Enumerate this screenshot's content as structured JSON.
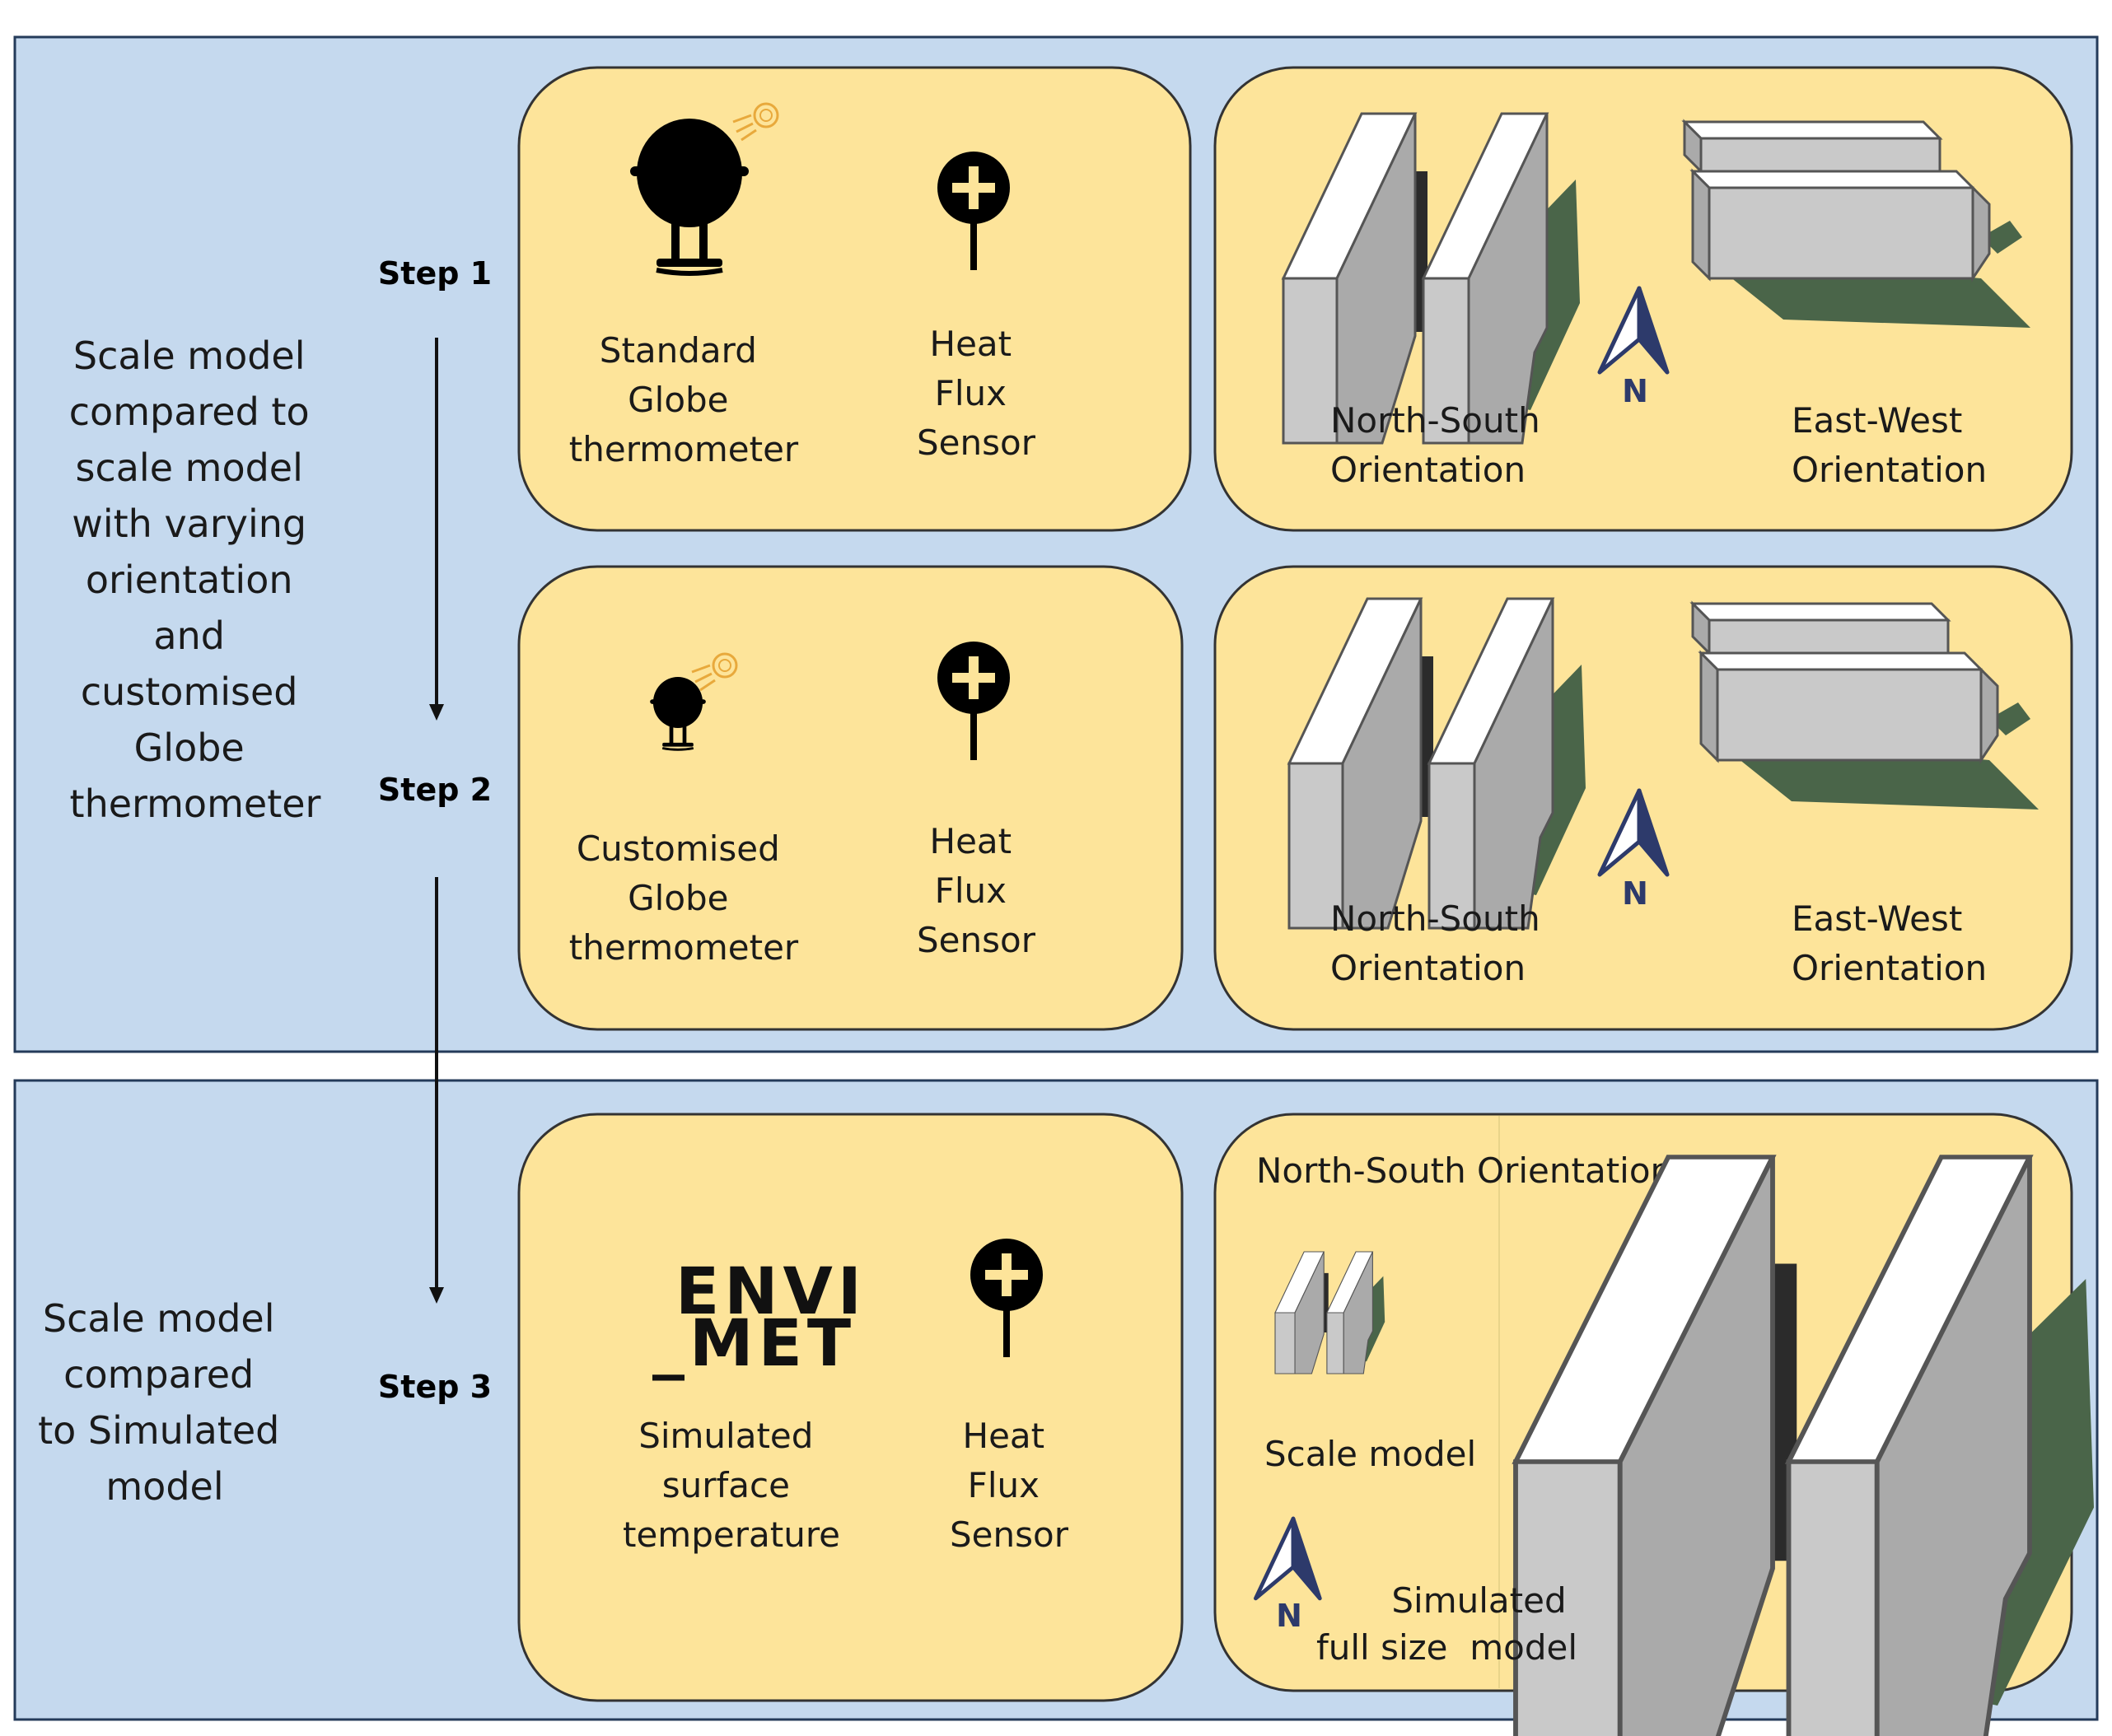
{
  "colors": {
    "outer_panel": "#c5d9ee",
    "inner_box": "#fde49a",
    "building_top": "#ffffff",
    "building_front": "#c9c9c9",
    "building_side": "#aaaaaa",
    "shadow": "#4a6549",
    "gap_dark": "#2b2b2b",
    "north_arrow": "#2d3a6b"
  },
  "sections": {
    "top_description": [
      "Scale model",
      "compared to",
      "scale model",
      "with varying",
      "orientation",
      "and",
      "customised",
      "Globe",
      "thermometer"
    ],
    "bottom_description": [
      "Scale model",
      "compared",
      "to Simulated",
      "model"
    ]
  },
  "steps": [
    "Step 1",
    "Step 2",
    "Step 3"
  ],
  "step1": {
    "instrument_1": [
      "Standard",
      "Globe",
      "thermometer"
    ],
    "instrument_2": [
      "Heat",
      "Flux",
      "Sensor"
    ],
    "orientation_1": [
      "North-South",
      "Orientation"
    ],
    "orientation_2": [
      "East-West",
      "Orientation"
    ],
    "north_label": "N"
  },
  "step2": {
    "instrument_1": [
      "Customised",
      "Globe",
      "thermometer"
    ],
    "instrument_2": [
      "Heat",
      "Flux",
      "Sensor"
    ],
    "orientation_1": [
      "North-South",
      "Orientation"
    ],
    "orientation_2": [
      "East-West",
      "Orientation"
    ],
    "north_label": "N"
  },
  "step3": {
    "logo_line1": "ENVI",
    "logo_line2": "_MET",
    "instrument_1": [
      "Simulated",
      "surface",
      "temperature"
    ],
    "instrument_2": [
      "Heat",
      "Flux",
      "Sensor"
    ],
    "title": "North-South Orientation",
    "scale_label": "Scale model",
    "simulated_label": [
      "Simulated",
      "full size  model"
    ],
    "north_label": "N"
  },
  "icons": [
    "globe-thermometer-icon",
    "heat-flux-sensor-icon",
    "north-arrow-icon",
    "envi-met-logo"
  ]
}
